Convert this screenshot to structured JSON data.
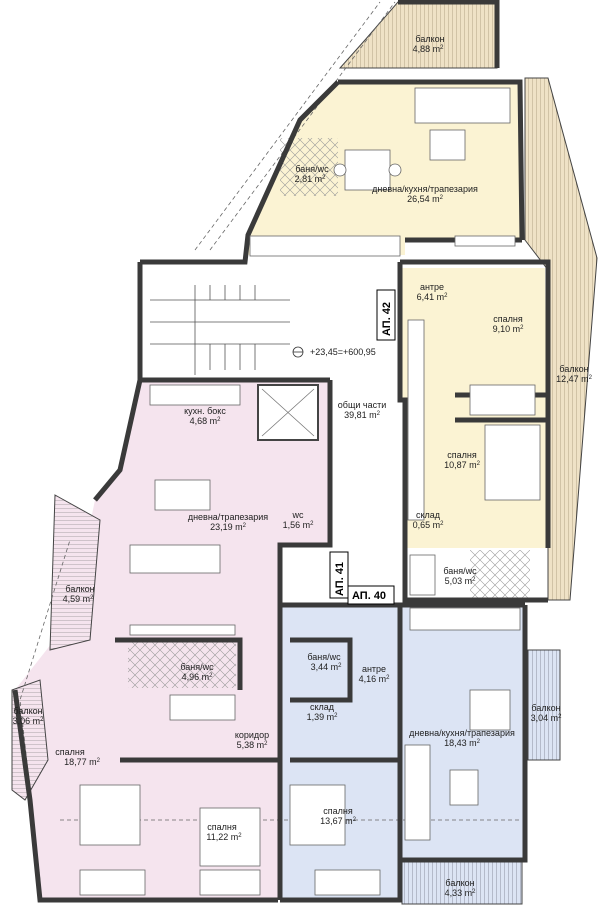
{
  "colors": {
    "apt42": "#fbf3d3",
    "apt41": "#f5e4ee",
    "apt40": "#dce4f4",
    "common": "#ffffff",
    "balcony": "#efe2c6",
    "wall": "#3a3a3a"
  },
  "apartments": {
    "ap42": "АП. 42",
    "ap41": "АП. 41",
    "ap40": "АП. 40"
  },
  "level_mark": "+23,45=+600,95",
  "rooms": {
    "balkon_top": {
      "name": "балкон",
      "area": "4,88 m",
      "sup": "2"
    },
    "banya_42": {
      "name": "баня/wc",
      "area": "2,81 m",
      "sup": "2"
    },
    "dnevna_42": {
      "name": "дневна/кухня/трапезария",
      "area": "26,54 m",
      "sup": "2"
    },
    "antre_42": {
      "name": "антре",
      "area": "6,41 m",
      "sup": "2"
    },
    "spalnya_42a": {
      "name": "спалня",
      "area": "9,10 m",
      "sup": "2"
    },
    "balkon_right": {
      "name": "балкон",
      "area": "12,47 m",
      "sup": "2"
    },
    "spalnya_42b": {
      "name": "спалня",
      "area": "10,87 m",
      "sup": "2"
    },
    "sklad_42": {
      "name": "склад",
      "area": "0,65 m",
      "sup": "2"
    },
    "banya_42b": {
      "name": "баня/wc",
      "area": "5,03 m",
      "sup": "2"
    },
    "obshti": {
      "name": "общи части",
      "area": "39,81 m",
      "sup": "2"
    },
    "kuhn_boks": {
      "name": "кухн. бокс",
      "area": "4,68 m",
      "sup": "2"
    },
    "dnevna_41": {
      "name": "дневна/трапезария",
      "area": "23,19 m",
      "sup": "2"
    },
    "wc_41": {
      "name": "wc",
      "area": "1,56 m",
      "sup": "2"
    },
    "balkon_left": {
      "name": "балкон",
      "area": "4,59 m",
      "sup": "2"
    },
    "banya_41": {
      "name": "баня/wc",
      "area": "4,96 m",
      "sup": "2"
    },
    "koridor_41": {
      "name": "коридор",
      "area": "5,38 m",
      "sup": "2"
    },
    "balkon_left2": {
      "name": "балкон",
      "area": "3,06 m",
      "sup": "2"
    },
    "spalnya_41a": {
      "name": "спалня",
      "area": "18,77 m",
      "sup": "2"
    },
    "spalnya_41b": {
      "name": "спалня",
      "area": "11,22 m",
      "sup": "2"
    },
    "banya_40": {
      "name": "баня/wc",
      "area": "3,44 m",
      "sup": "2"
    },
    "antre_40": {
      "name": "антре",
      "area": "4,16 m",
      "sup": "2"
    },
    "sklad_40": {
      "name": "склад",
      "area": "1,39 m",
      "sup": "2"
    },
    "dnevna_40": {
      "name": "дневна/кухня/трапезария",
      "area": "18,43 m",
      "sup": "2"
    },
    "balkon_right2": {
      "name": "балкон",
      "area": "3,04 m",
      "sup": "2"
    },
    "spalnya_40": {
      "name": "спалня",
      "area": "13,67 m",
      "sup": "2"
    },
    "balkon_bottom": {
      "name": "балкон",
      "area": "4,33 m",
      "sup": "2"
    }
  }
}
